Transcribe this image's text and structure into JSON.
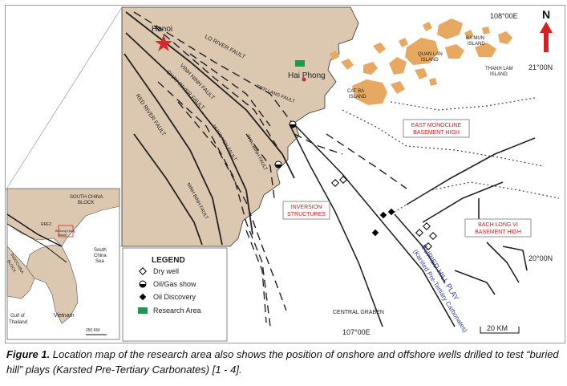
{
  "map": {
    "lon_labels": {
      "e108": "108°00E",
      "e107": "107°00E"
    },
    "lat_labels": {
      "n21": "21°00N",
      "n20": "20°00N"
    },
    "north": "N",
    "scale_bar": "20 KM",
    "cities": {
      "hanoi": "Hanoi",
      "haiphong": "Hai Phong"
    },
    "islands": {
      "quan_lan_1": "QUAN LAN",
      "quan_lan_2": "ISLAND",
      "ba_mun_1": "BA MUN",
      "ba_mun_2": "ISLAND",
      "thanh_lam_1": "THANH LAM",
      "thanh_lam_2": "ISLAND",
      "cat_ba_1": "CAT BA",
      "cat_ba_2": "ISLAND"
    },
    "faults": {
      "lo_river": "LO RIVER FAULT",
      "vinh_ninh": "VINH NINH FAULT",
      "chay_river": "CHAY RIVER FAULT",
      "red_river": "RED RIVER FAULT",
      "hung_yen": "HUNG YEN FAULT",
      "thai_binh": "THAI BINH FAULT",
      "ninh_binh": "NINH BINH FAULT",
      "tien_lang": "TIEN LANG FAULT"
    },
    "structures": {
      "east_monocline_1": "EAST MONOCLINE",
      "east_monocline_2": "BASEMENT HIGH",
      "inversion_1": "INVERSION",
      "inversion_2": "STRUCTURES",
      "bach_long_vi_1": "BACH LONG VI",
      "bach_long_vi_2": "BASEMENT HIGH",
      "central_graben": "CENTRAL GRABEN"
    },
    "play": {
      "line1": "BURIED HILL PLAY",
      "line2": "(Karsted Pre-Tertiary Carbonates)"
    },
    "inset": {
      "south_china_1": "SOUTH CHINA",
      "south_china_2": "BLOCK",
      "south_china_sea_1": "South",
      "south_china_sea_2": "China",
      "south_china_sea_3": "Sea",
      "indochina_1": "INDOCHINA",
      "indochina_2": "BLOCK",
      "gulf_1": "Gulf of",
      "gulf_2": "Thailand",
      "vietnam": "Vietnam",
      "rrfz": "RRFZ",
      "basin_1": "Bl Song Hong",
      "basin_2": "Basin",
      "scale": "250 KM"
    },
    "legend": {
      "title": "LEGEND",
      "items": [
        "Dry well",
        "Oil/Gas show",
        "Oil Discovery",
        "Research Area"
      ]
    },
    "colors": {
      "land": "#dcc7b0",
      "islands": "#e7a862",
      "star": "#e02a2a",
      "research_area": "#1e9b48",
      "structure_text": "#cc2222",
      "play_text": "#2b3fa0",
      "north_arrow": "#d92020"
    }
  },
  "caption": {
    "label": "Figure 1.",
    "text": " Location map of the research area also shows the position of onshore and offshore wells drilled to test “buried hill” plays (Karsted Pre-Tertiary Carbonates) [1 - 4]."
  }
}
